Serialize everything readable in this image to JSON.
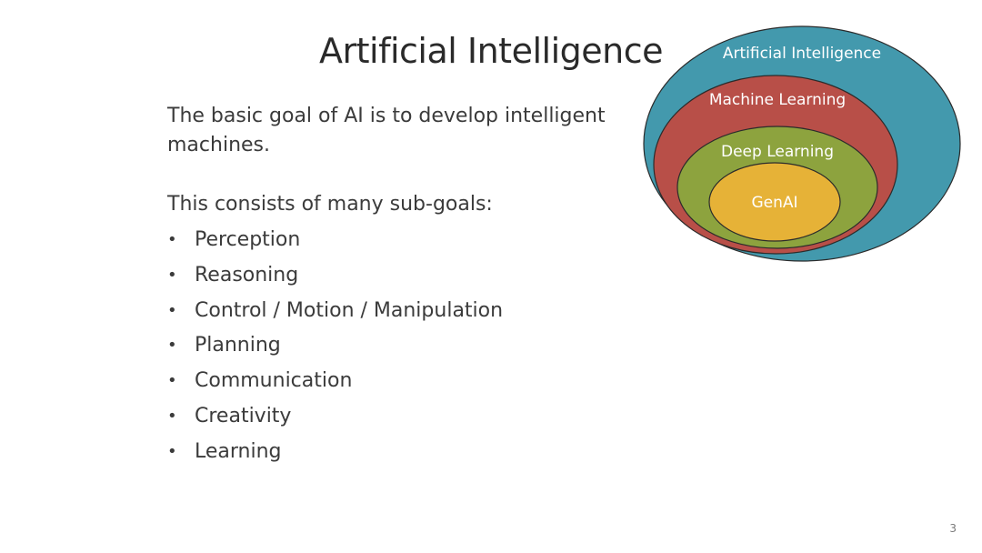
{
  "slide": {
    "title": "Artificial Intelligence",
    "intro": "The basic goal of AI is to develop intelligent machines.",
    "subgoals_heading": "This consists of many sub-goals:",
    "bullet_glyph": "•",
    "subgoals": [
      "Perception",
      "Reasoning",
      "Control / Motion / Manipulation",
      "Planning",
      "Communication",
      "Creativity",
      "Learning"
    ],
    "page_number": "3"
  },
  "diagram": {
    "layers": [
      {
        "label": "Artificial Intelligence",
        "fill": "#4399ad",
        "text_color": "#ffffff"
      },
      {
        "label": "Machine Learning",
        "fill": "#b84f48",
        "text_color": "#ffffff"
      },
      {
        "label": "Deep Learning",
        "fill": "#8da33e",
        "text_color": "#ffffff"
      },
      {
        "label": "GenAI",
        "fill": "#e6b237",
        "text_color": "#ffffff"
      }
    ]
  }
}
